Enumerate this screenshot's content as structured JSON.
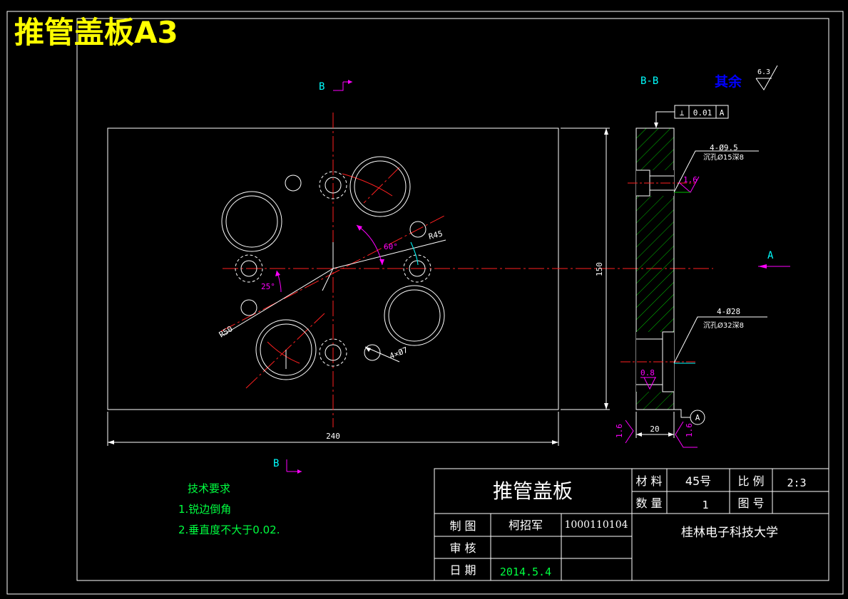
{
  "header": {
    "title": "推管盖板A3"
  },
  "section": {
    "cut_label_top": "B",
    "cut_label_bottom": "B",
    "section_title": "B-B",
    "view_arrow_label": "A",
    "datum_label": "A"
  },
  "roughness": {
    "general_prefix": "其余",
    "general_value": "6.3",
    "hole_upper": "1.6",
    "hole_lower": "0.8",
    "bottom_left": "1.6",
    "bottom_right": "1.6"
  },
  "tolerance": {
    "symbol": "⊥",
    "value": "0.01",
    "datum": "A"
  },
  "dimensions": {
    "width": "240",
    "height": "150",
    "thickness": "20",
    "angle_60": "60°",
    "angle_25": "25°",
    "radius_45": "R45",
    "radius_50": "R50",
    "small_holes": "4×Ø7"
  },
  "callouts": {
    "upper_line1": "4-Ø9.5",
    "upper_line2": "沉孔Ø15深8",
    "lower_line1": "4-Ø28",
    "lower_line2": "沉孔Ø32深8"
  },
  "tech_requirements": {
    "title": "技术要求",
    "items": [
      "1.锐边倒角",
      "2.垂直度不大于0.02."
    ]
  },
  "title_block": {
    "part_name": "推管盖板",
    "material_label": "材 料",
    "material_value": "45号",
    "scale_label": "比 例",
    "scale_value": "2:3",
    "quantity_label": "数 量",
    "quantity_value": "1",
    "drawing_no_label": "图 号",
    "drawing_no_value": "",
    "drafter_label": "制 图",
    "drafter_name": "柯招军",
    "drafter_id": "1000110104",
    "reviewer_label": "审 核",
    "date_label": "日 期",
    "date_value": "2014.5.4",
    "school": "桂林电子科技大学"
  },
  "colors": {
    "background": "#000000",
    "outline": "#ffffff",
    "centerline": "#ff2020",
    "dimension": "#ff00ff",
    "hatch": "#00c000",
    "section_label": "#00ffff",
    "title": "#ffff00",
    "note": "#00ff40",
    "roughness_note": "#0000ff"
  }
}
